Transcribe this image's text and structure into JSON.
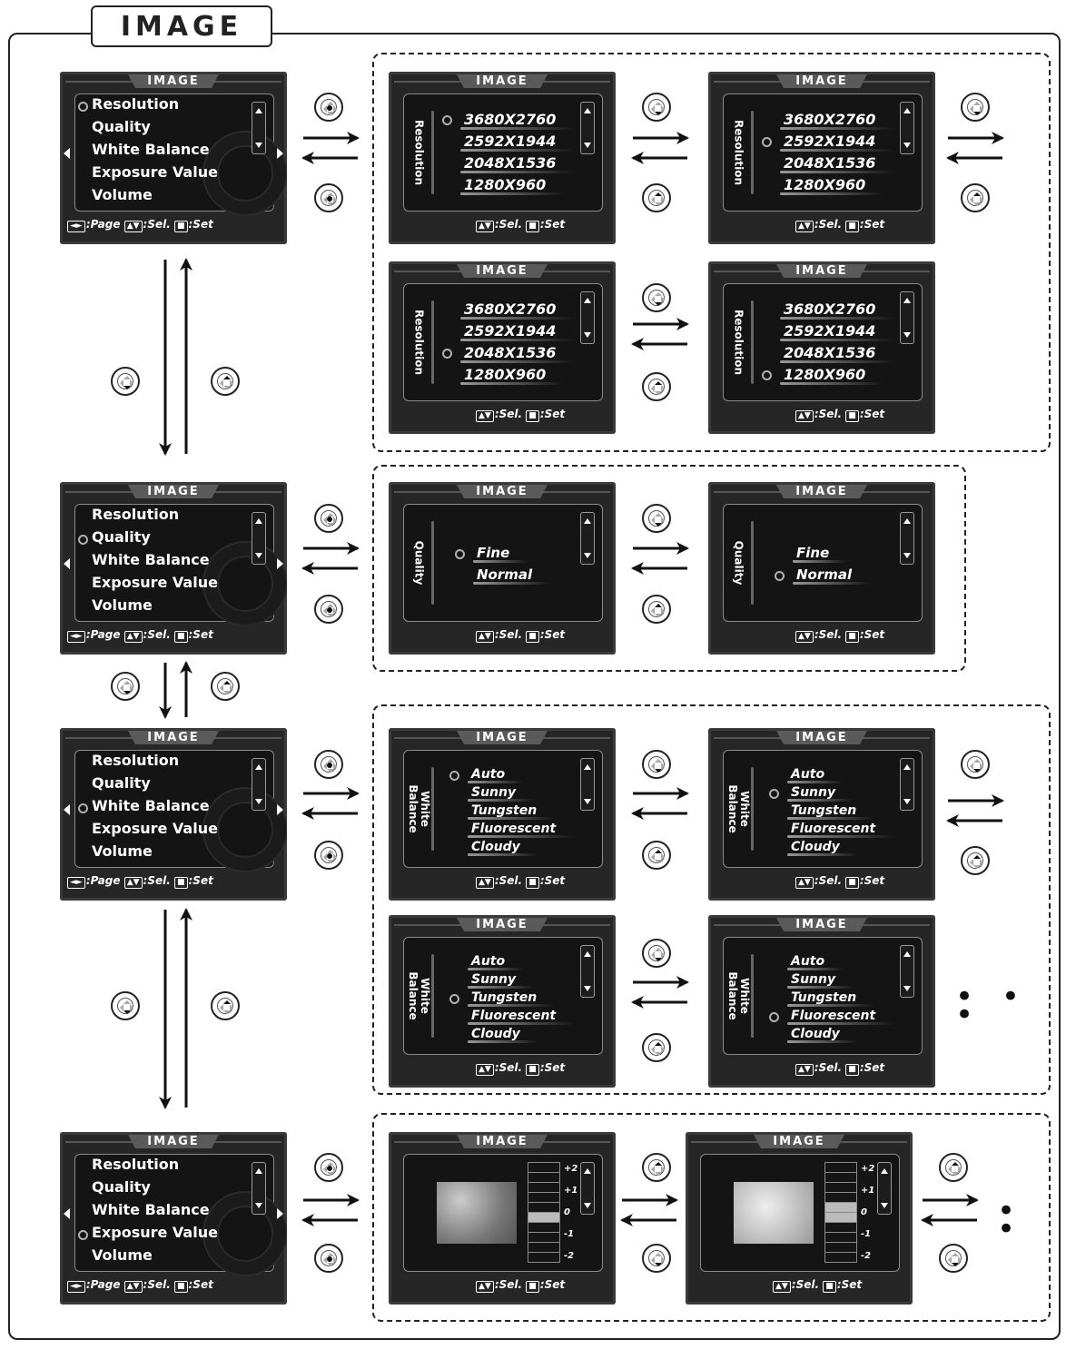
{
  "section_title": "IMAGE",
  "screen_title": "IMAGE",
  "main_menu": {
    "items": [
      "Resolution",
      "Quality",
      "White Balance",
      "Exposure Value",
      "Volume"
    ],
    "footer": {
      "page_key": "◄►",
      "page": ":Page",
      "sel_key": "▲▼",
      "sel": ":Sel.",
      "set_key": "■",
      "set": ":Set"
    }
  },
  "sub_footer": {
    "sel_key": "▲▼",
    "sel": ":Sel.",
    "set_key": "■",
    "set": ":Set"
  },
  "resolution": {
    "label": "Resolution",
    "options": [
      "3680X2760",
      "2592X1944",
      "2048X1536",
      "1280X960"
    ]
  },
  "quality": {
    "label": "Quality",
    "options": [
      "Fine",
      "Normal"
    ]
  },
  "white_balance": {
    "label_line1": "White",
    "label_line2": "Balance",
    "options": [
      "Auto",
      "Sunny",
      "Tungsten",
      "Fluorescent",
      "Cloudy"
    ]
  },
  "exposure": {
    "levels": [
      "+2",
      "+1",
      "0",
      "-1",
      "-2"
    ]
  },
  "ellipsis": "• • •",
  "ellipsis_short": "• •"
}
